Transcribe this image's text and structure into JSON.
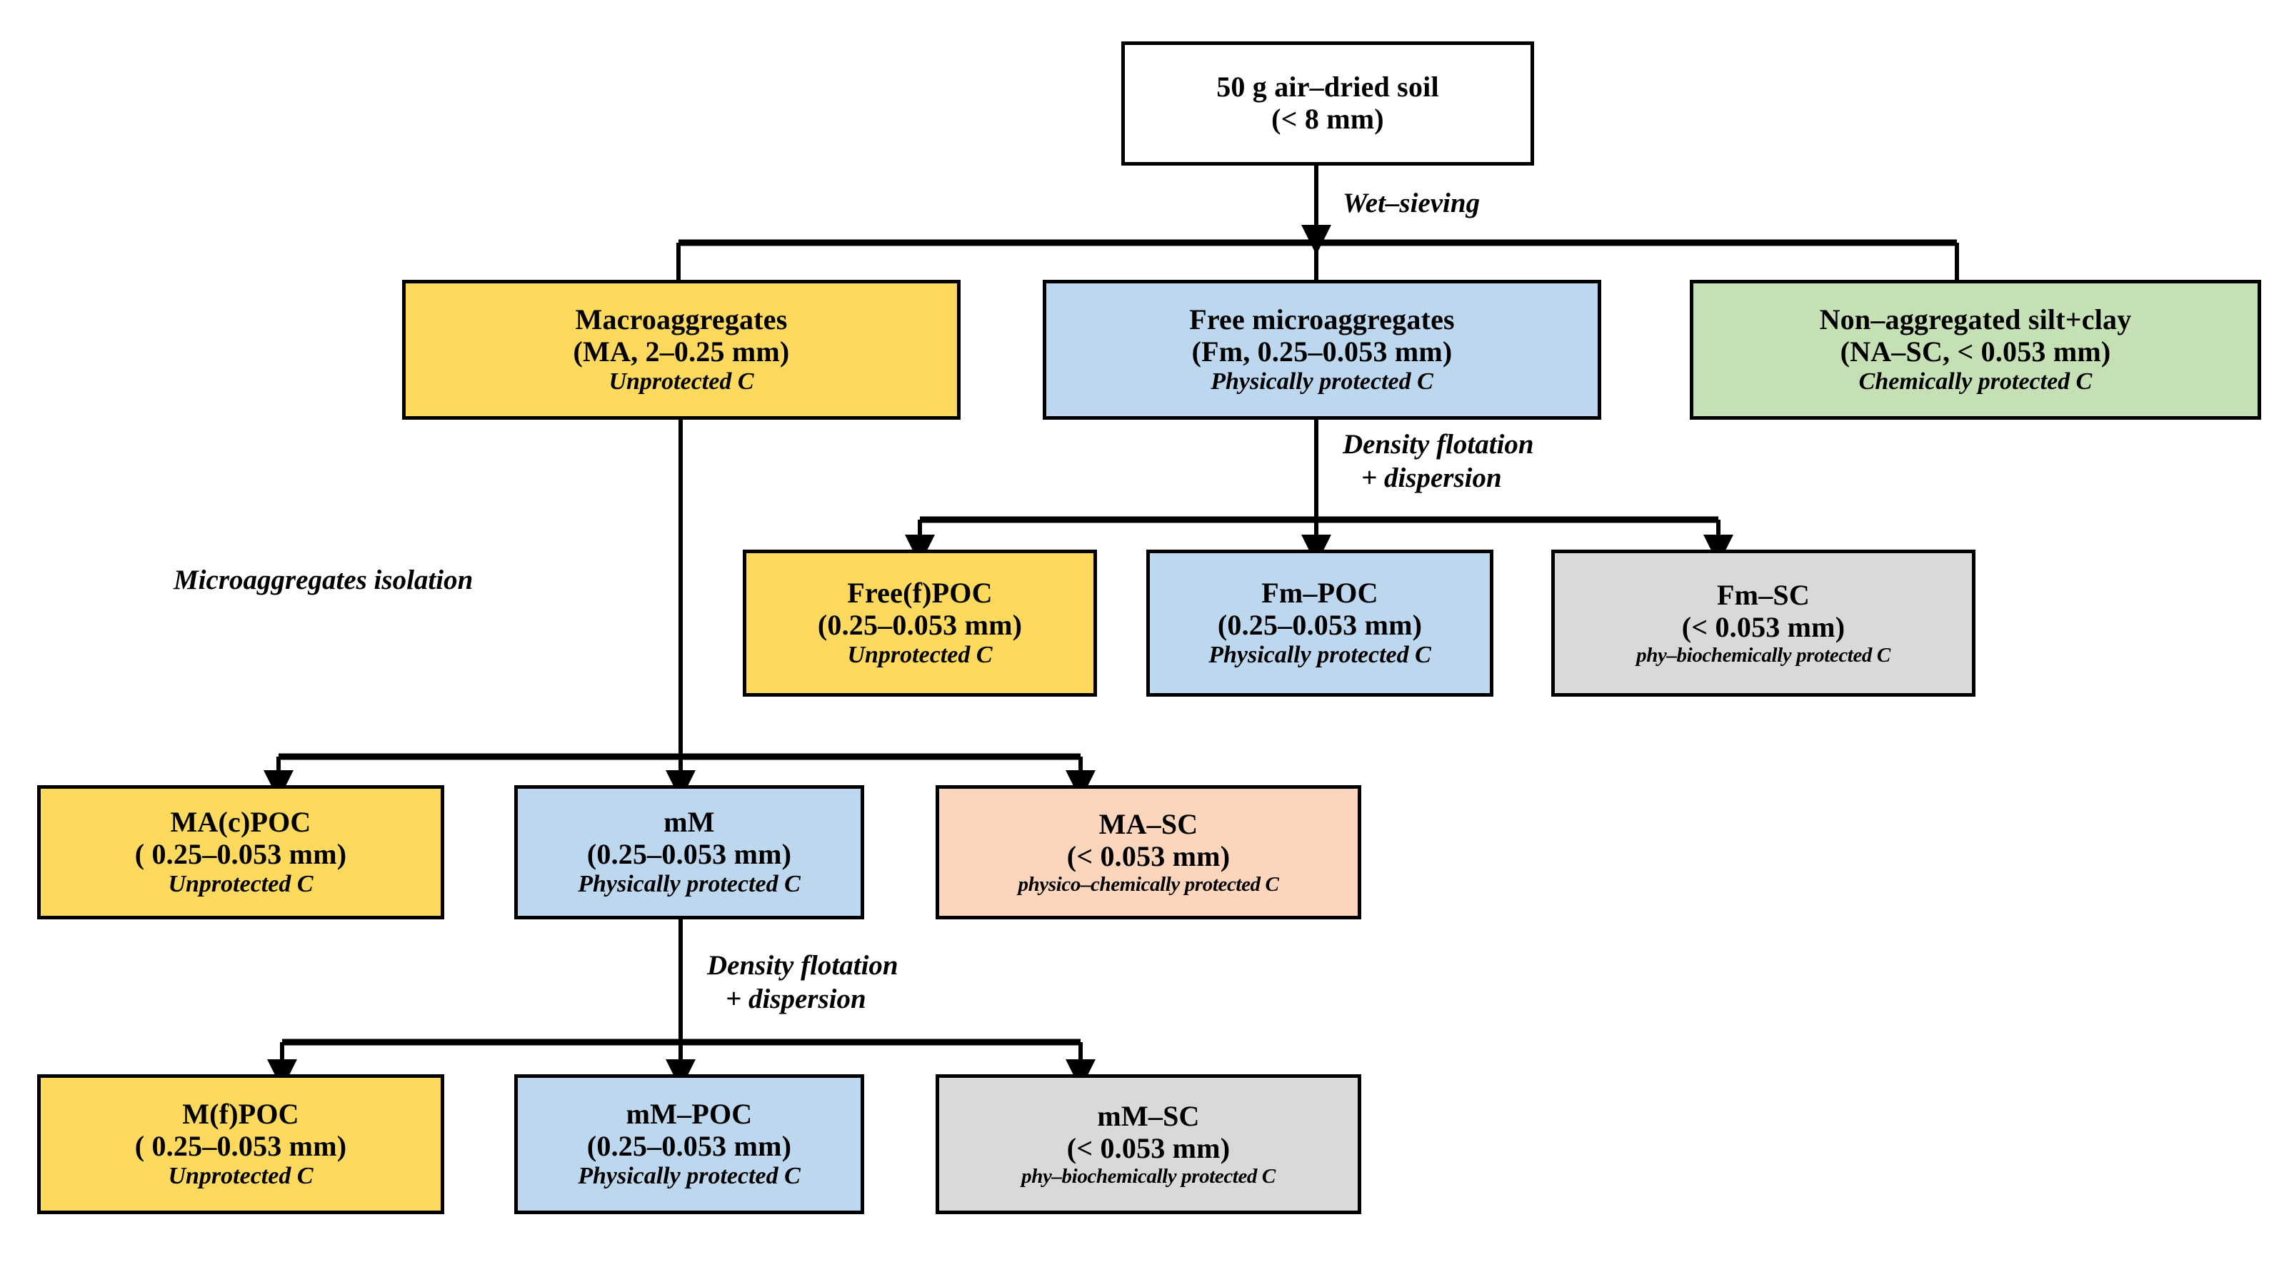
{
  "diagram": {
    "title": "Soil aggregate and organic carbon fractionation scheme",
    "colors": {
      "unprotected": "#FDD95E",
      "physically_protected": "#BDD7EE",
      "chemically_protected": "#C5E0B4",
      "phy_biochemically_protected": "#D9D9D9",
      "physico_chemically_protected": "#FBD5BC",
      "start": "#FFFFFF",
      "stroke": "#000000"
    }
  },
  "nodes": {
    "start": {
      "line1": "50 g air–dried soil",
      "line2": "(< 8 mm)",
      "line3": ""
    },
    "macroaggregates": {
      "line1": "Macroaggregates",
      "line2": "(MA, 2–0.25 mm)",
      "line3": "Unprotected C"
    },
    "free_microaggregates": {
      "line1": "Free microaggregates",
      "line2": "(Fm, 0.25–0.053 mm)",
      "line3": "Physically protected C"
    },
    "non_aggregated_silt_clay": {
      "line1": "Non–aggregated silt+clay",
      "line2": "(NA–SC, < 0.053 mm)",
      "line3": "Chemically protected C"
    },
    "free_f_poc": {
      "line1": "Free(f)POC",
      "line2": "(0.25–0.053 mm)",
      "line3": "Unprotected C"
    },
    "fm_poc": {
      "line1": "Fm–POC",
      "line2": "(0.25–0.053 mm)",
      "line3": "Physically protected C"
    },
    "fm_sc": {
      "line1": "Fm–SC",
      "line2": "(< 0.053 mm)",
      "line3": "phy–biochemically protected C"
    },
    "ma_c_poc": {
      "line1": "MA(c)POC",
      "line2": "( 0.25–0.053 mm)",
      "line3": "Unprotected C"
    },
    "mm": {
      "line1": "mM",
      "line2": "(0.25–0.053 mm)",
      "line3": "Physically protected C"
    },
    "ma_sc": {
      "line1": "MA–SC",
      "line2": "(< 0.053 mm)",
      "line3": "physico–chemically protected C"
    },
    "m_f_poc": {
      "line1": "M(f)POC",
      "line2": "( 0.25–0.053 mm)",
      "line3": "Unprotected C"
    },
    "mm_poc": {
      "line1": "mM–POC",
      "line2": "(0.25–0.053 mm)",
      "line3": "Physically protected C"
    },
    "mm_sc": {
      "line1": "mM–SC",
      "line2": "(< 0.053 mm)",
      "line3": "phy–biochemically protected C"
    }
  },
  "edge_labels": {
    "wet_sieving": "Wet–sieving",
    "density_flotation_1_a": "Density flotation",
    "density_flotation_1_b": "+ dispersion",
    "microaggregates_isolation": "Microaggregates  isolation",
    "density_flotation_2_a": "Density flotation",
    "density_flotation_2_b": "+ dispersion"
  }
}
